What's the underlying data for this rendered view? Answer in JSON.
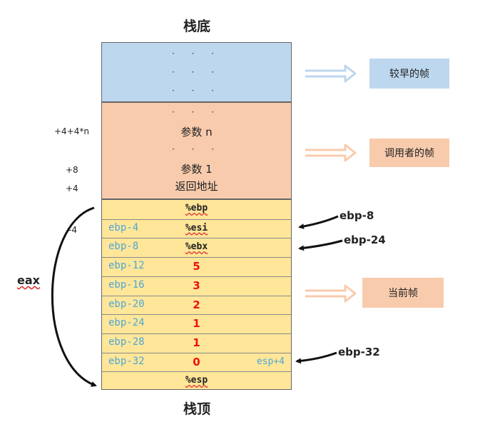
{
  "titles": {
    "bottom_of_stack": "栈底",
    "top_of_stack": "栈顶"
  },
  "prev_frame": {
    "dots": [
      "· · ·",
      "· · ·",
      "· · ·"
    ]
  },
  "caller_frame": {
    "dots_top": "· · ·",
    "param_n": "参数 n",
    "dots_mid": "· · ·",
    "param_1": "参数 1",
    "return_address": "返回地址"
  },
  "left_offsets": {
    "plus_4_4n": "+4+4*n",
    "plus_8": "+8",
    "plus_4": "+4",
    "minus_4": "-4"
  },
  "current_frame": {
    "rows": [
      {
        "offset": "",
        "content": "%ebp",
        "kind": "reg",
        "extra": ""
      },
      {
        "offset": "ebp-4",
        "content": "%esi",
        "kind": "reg",
        "extra": ""
      },
      {
        "offset": "ebp-8",
        "content": "%ebx",
        "kind": "reg",
        "extra": ""
      },
      {
        "offset": "ebp-12",
        "content": "5",
        "kind": "val",
        "extra": ""
      },
      {
        "offset": "ebp-16",
        "content": "3",
        "kind": "val",
        "extra": ""
      },
      {
        "offset": "ebp-20",
        "content": "2",
        "kind": "val",
        "extra": ""
      },
      {
        "offset": "ebp-24",
        "content": "1",
        "kind": "val",
        "extra": ""
      },
      {
        "offset": "ebp-28",
        "content": "1",
        "kind": "val",
        "extra": ""
      },
      {
        "offset": "ebp-32",
        "content": "0",
        "kind": "val",
        "extra": "esp+4"
      },
      {
        "offset": "",
        "content": "%esp",
        "kind": "reg",
        "extra": ""
      }
    ]
  },
  "legend": {
    "earlier_frame": "较早的帧",
    "caller_frame": "调用者的帧",
    "current_frame": "当前帧"
  },
  "pointer_labels": {
    "ebp_8": "ebp-8",
    "ebp_24": "ebp-24",
    "ebp_32": "ebp-32"
  },
  "eax_label": "eax",
  "colors": {
    "earlier": "#bdd7ee",
    "caller": "#f8cbad",
    "current": "#ffe699",
    "offset_text": "#4ea7d6",
    "value_text": "#ee1111"
  }
}
